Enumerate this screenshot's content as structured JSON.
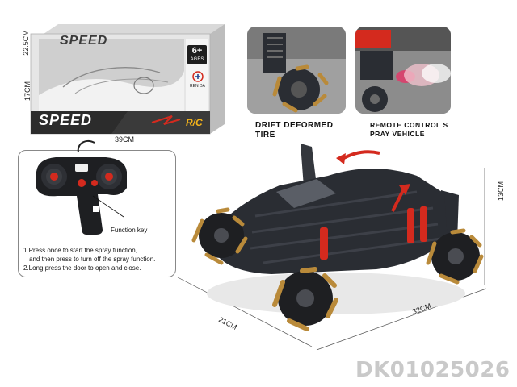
{
  "box": {
    "brand_top": "SPEED",
    "brand_main": "SPEED",
    "age_badge": "6+",
    "age_sub": "AGES",
    "maker": "REN DA",
    "rc_badge": "R/C",
    "dim_height": "22.5CM",
    "dim_depth": "17CM",
    "dim_width": "39CM"
  },
  "features": [
    {
      "caption": "DRIFT DEFORMED TIRE"
    },
    {
      "caption": "REMOTE CONTROL S PRAY VEHICLE"
    }
  ],
  "remote": {
    "function_key_label": "Function key",
    "instructions": [
      "1.Press once to start the spray function,",
      "and then press to turn off the spray function.",
      "2.Long press the door to open and close."
    ]
  },
  "car": {
    "dim_height": "13CM",
    "dim_width": "21CM",
    "dim_length": "32CM"
  },
  "sku": "DK01025026",
  "colors": {
    "accent_red": "#d42a1e",
    "gold": "#b98a3a",
    "carbon": "#2a2d33"
  }
}
